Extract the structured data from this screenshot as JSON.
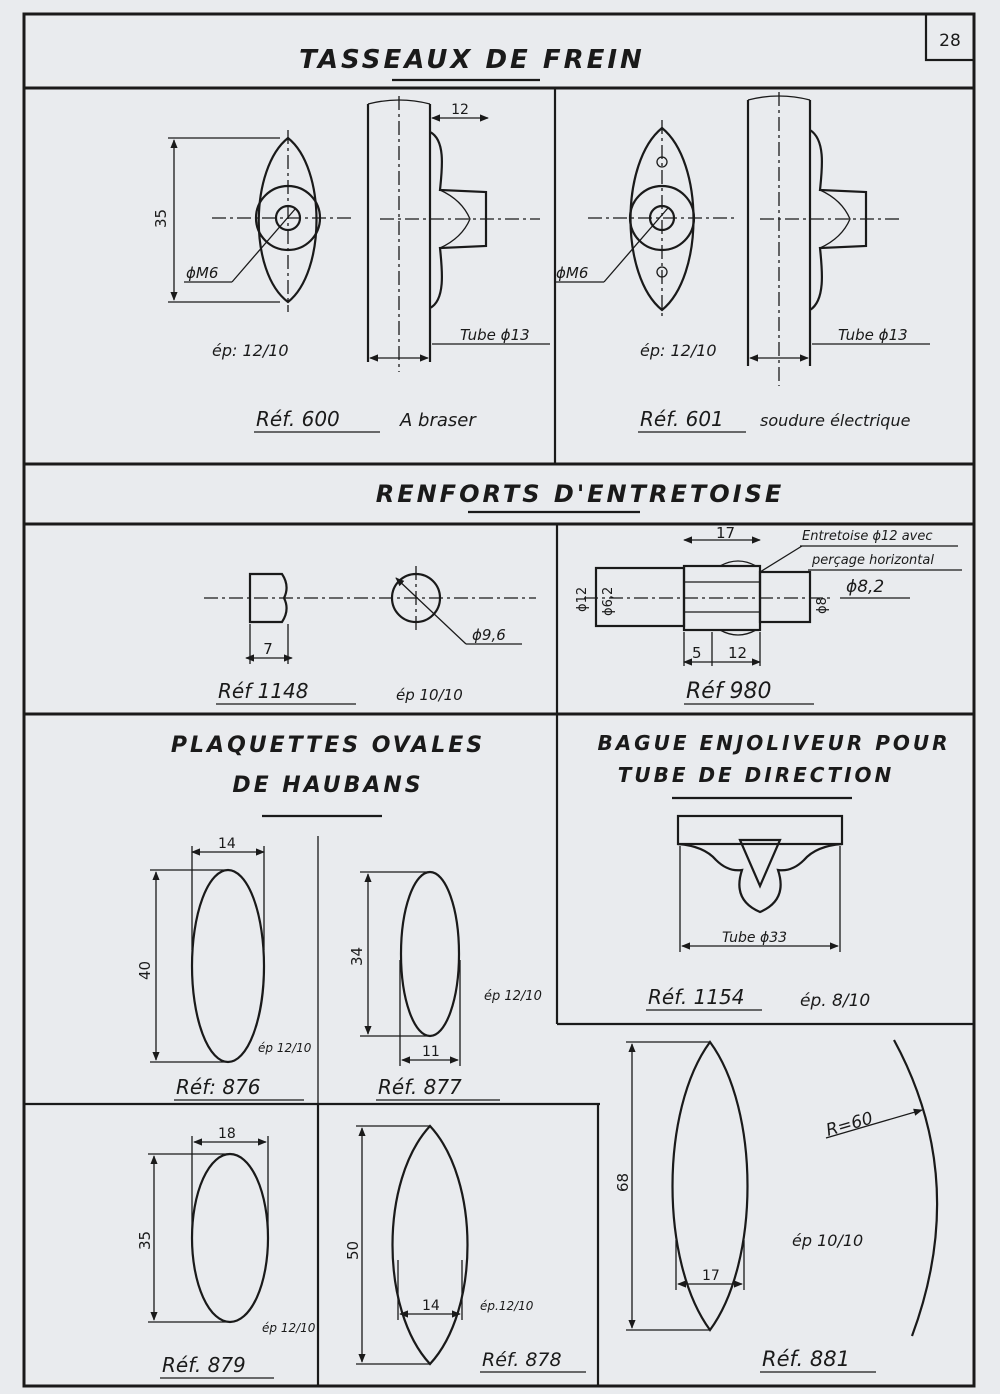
{
  "page_number": "28",
  "sections": {
    "brake": {
      "title": "TASSEAUX DE FREIN",
      "left": {
        "dim_height": "35",
        "dim_width": "12",
        "hole": "ϕM6",
        "thickness": "ép: 12/10",
        "tube": "Tube ϕ13",
        "ref": "Réf. 600",
        "note": "A braser"
      },
      "right": {
        "hole": "ϕM6",
        "thickness": "ép: 12/10",
        "tube": "Tube ϕ13",
        "ref": "Réf. 601",
        "note": "soudure électrique"
      }
    },
    "reinforcements": {
      "title": "RENFORTS D'ENTRETOISE",
      "left": {
        "dim_width": "7",
        "diameter": "ϕ9,6",
        "ref": "Réf 1148",
        "thickness": "ép 10/10"
      },
      "right": {
        "dim_top": "17",
        "note_line1": "Entretoise ϕ12 avec",
        "note_line2": "perçage horizontal",
        "hole": "ϕ8,2",
        "dim_outer": "ϕ12",
        "dim_inner": "ϕ6,2",
        "dim_right": "ϕ8",
        "dim_a": "5",
        "dim_b": "12",
        "ref": "Réf 980"
      }
    },
    "oval_plates": {
      "title_line1": "PLAQUETTES OVALES",
      "title_line2": "DE HAUBANS",
      "r876": {
        "w": "14",
        "h": "40",
        "thickness": "ép 12/10",
        "ref": "Réf: 876"
      },
      "r877": {
        "w": "11",
        "h": "34",
        "thickness": "ép 12/10",
        "ref": "Réf. 877"
      },
      "r879": {
        "w": "18",
        "h": "35",
        "thickness": "ép 12/10",
        "ref": "Réf. 879"
      },
      "r878": {
        "w": "14",
        "h": "50",
        "thickness": "ép.12/10",
        "ref": "Réf. 878"
      },
      "r881": {
        "w": "17",
        "h": "68",
        "radius": "R=60",
        "thickness": "ép 10/10",
        "ref": "Réf. 881"
      }
    },
    "ring": {
      "title_line1": "BAGUE ENJOLIVEUR POUR",
      "title_line2": "TUBE DE DIRECTION",
      "tube": "Tube ϕ33",
      "ref": "Réf. 1154",
      "thickness": "ép. 8/10"
    }
  }
}
